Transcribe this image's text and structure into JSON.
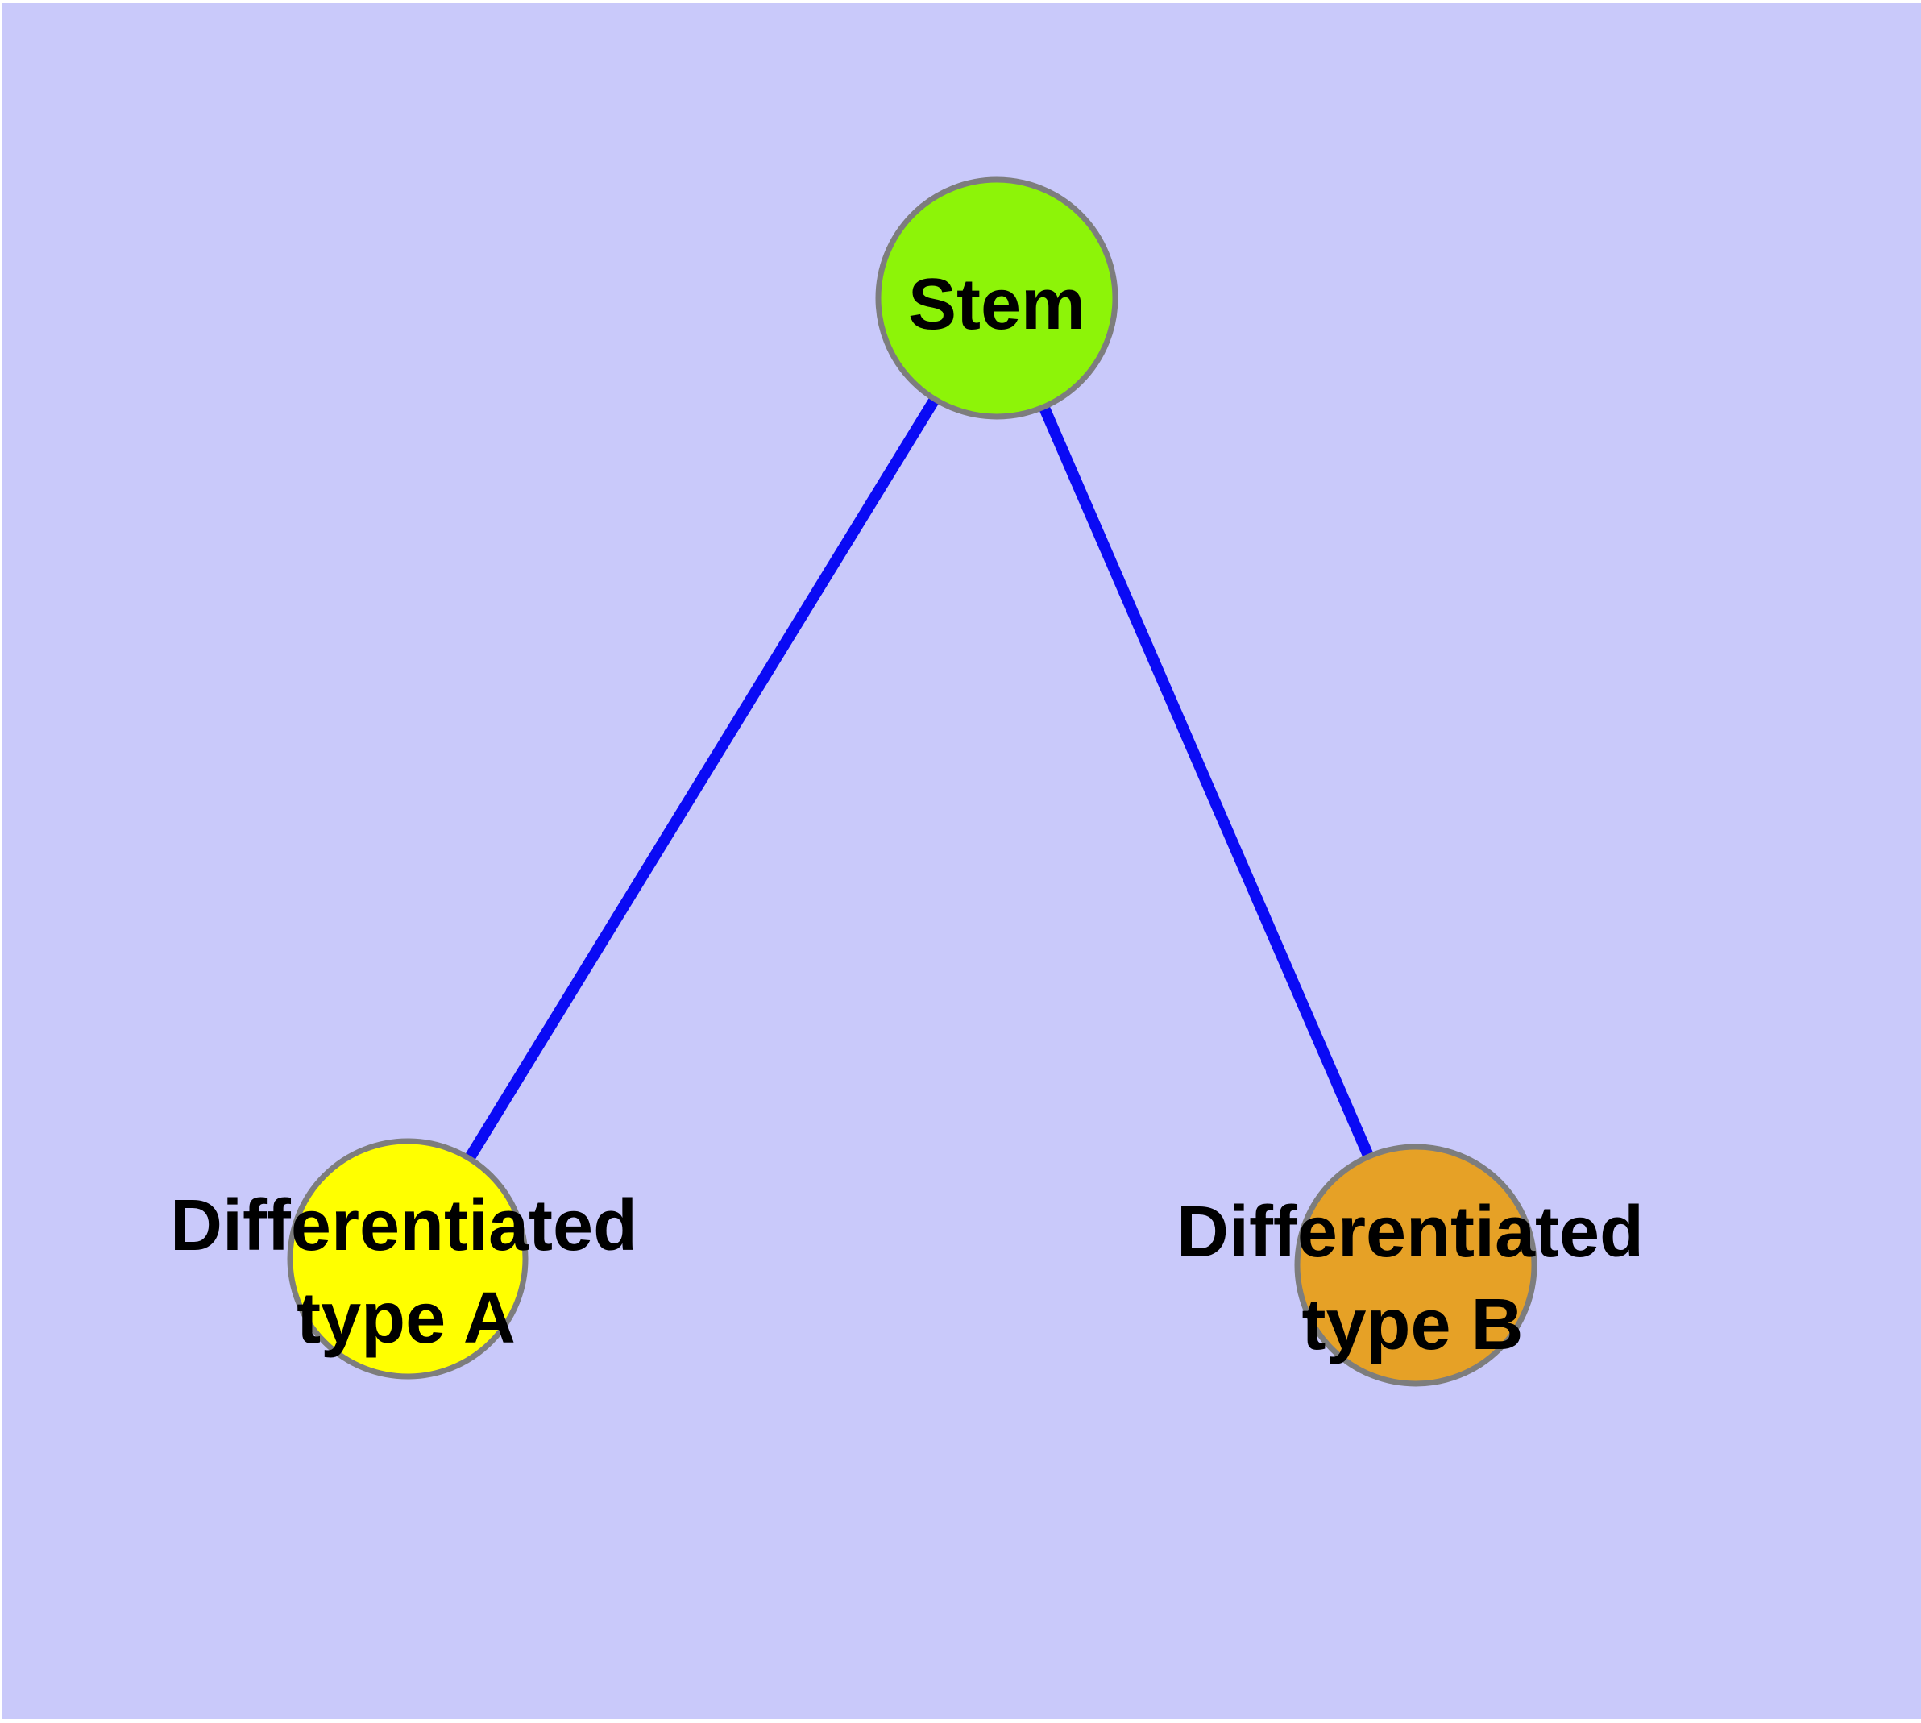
{
  "diagram": {
    "type": "node-link-graph",
    "description": "Stem cell differentiation diagram: one stem node connected to two differentiated cell type nodes",
    "background_color": "#C9C9FA",
    "page_color": "#FFFFFF",
    "edge_color": "#0A0AF5",
    "node_border_color": "#7D7D7D",
    "label_color": "#000000",
    "nodes": [
      {
        "id": "stem",
        "label": "Stem",
        "fill": "#8DF408"
      },
      {
        "id": "differentiated-type-a",
        "label_line1": "Differentiated",
        "label_line2": "type A",
        "label_full": "Differentiated type A",
        "fill": "#FFFF00"
      },
      {
        "id": "differentiated-type-b",
        "label_line1": "Differentiated",
        "label_line2": "type B",
        "label_full": "Differentiated type B",
        "fill": "#E6A126"
      }
    ],
    "edges": [
      {
        "from": "Stem",
        "to": "Differentiated type A"
      },
      {
        "from": "Stem",
        "to": "Differentiated type B"
      }
    ]
  }
}
